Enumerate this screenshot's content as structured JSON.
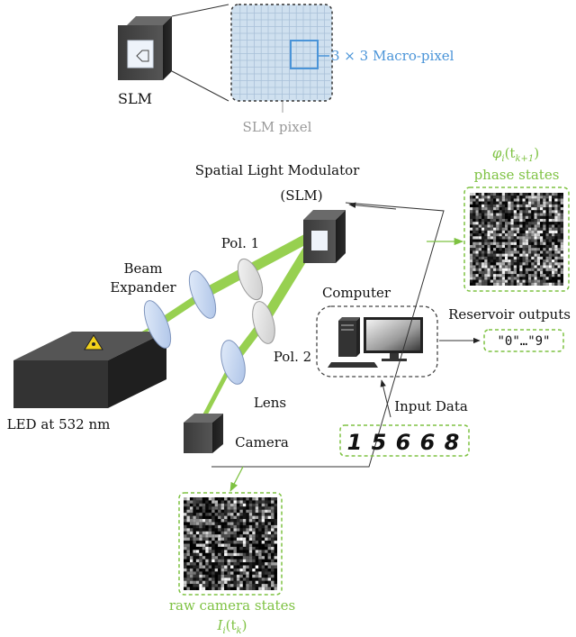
{
  "colors": {
    "beam": "#8ccc3e",
    "green_text": "#7ec242",
    "blue": "#4a94d8",
    "pixel_grid_bg": "#cfe0ef",
    "gray_label": "#9a9a9a"
  },
  "inset": {
    "slm_label": "SLM",
    "macro_pixel_label": "3 × 3 Macro-pixel",
    "slm_pixel_label": "SLM pixel"
  },
  "setup": {
    "slm_title_line1": "Spatial Light Modulator",
    "slm_title_line2": "(SLM)",
    "pol1_label": "Pol. 1",
    "pol2_label": "Pol. 2",
    "beam_expander_line1": "Beam",
    "beam_expander_line2": "Expander",
    "lens_label": "Lens",
    "camera_label": "Camera",
    "led_label": "LED at 532 nm",
    "computer_label": "Computer"
  },
  "phase_states": {
    "title_math": "φ",
    "title_sub_i": "i",
    "title_arg": "(t",
    "title_sub_k1": "k+1",
    "title_close": ")",
    "line2": "phase states"
  },
  "camera_states": {
    "line1": "raw camera states",
    "math": "I",
    "sub_i": "i",
    "arg": "(t",
    "sub_k": "k",
    "close": ")"
  },
  "outputs": {
    "label": "Reservoir outputs",
    "value": "\"0\"…\"9\""
  },
  "input": {
    "label": "Input Data",
    "digits": [
      "1",
      "5",
      "6",
      "6",
      "8"
    ]
  },
  "icons": [
    "warning-laser-icon",
    "computer-tower-icon",
    "monitor-icon",
    "keyboard-icon"
  ]
}
